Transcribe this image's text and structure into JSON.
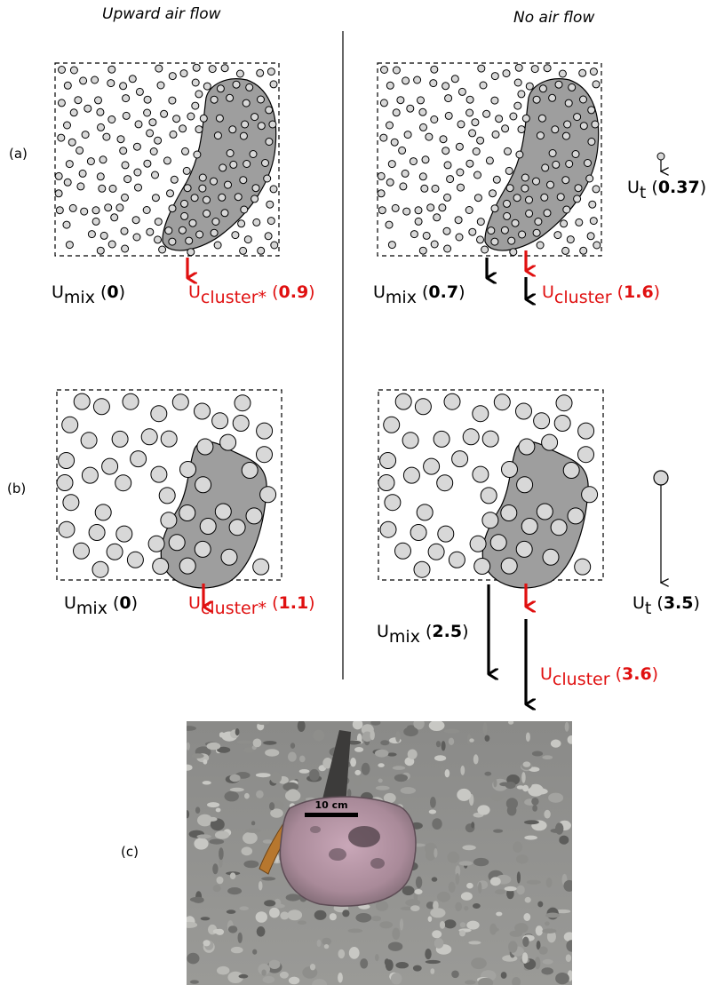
{
  "headers": {
    "left": "Upward air flow",
    "right": "No air flow"
  },
  "panel_labels": {
    "a": "(a)",
    "b": "(b)",
    "c": "(c)"
  },
  "row_a": {
    "left": {
      "mix_symbol": "U",
      "mix_sub": "mix",
      "mix_value": "0",
      "cluster_symbol": "U",
      "cluster_sub": "cluster*",
      "cluster_value": "0.9"
    },
    "right": {
      "mix_symbol": "U",
      "mix_sub": "mix",
      "mix_value": "0.7",
      "cluster_symbol": "U",
      "cluster_sub": "cluster",
      "cluster_value": "1.6"
    },
    "terminal": {
      "symbol": "U",
      "sub": "t",
      "value": "0.37"
    }
  },
  "row_b": {
    "left": {
      "mix_symbol": "U",
      "mix_sub": "mix",
      "mix_value": "0",
      "cluster_symbol": "U",
      "cluster_sub": "cluster*",
      "cluster_value": "1.1"
    },
    "right": {
      "mix_symbol": "U",
      "mix_sub": "mix",
      "mix_value": "2.5",
      "cluster_symbol": "U",
      "cluster_sub": "cluster",
      "cluster_value": "3.6"
    },
    "terminal": {
      "symbol": "U",
      "sub": "t",
      "value": "3.5"
    }
  },
  "photo": {
    "scale_label": "10 cm"
  },
  "colors": {
    "red_accent": "#e01010",
    "cluster_fill": "#9e9e9e",
    "particle_fill": "#d8d8d8"
  }
}
